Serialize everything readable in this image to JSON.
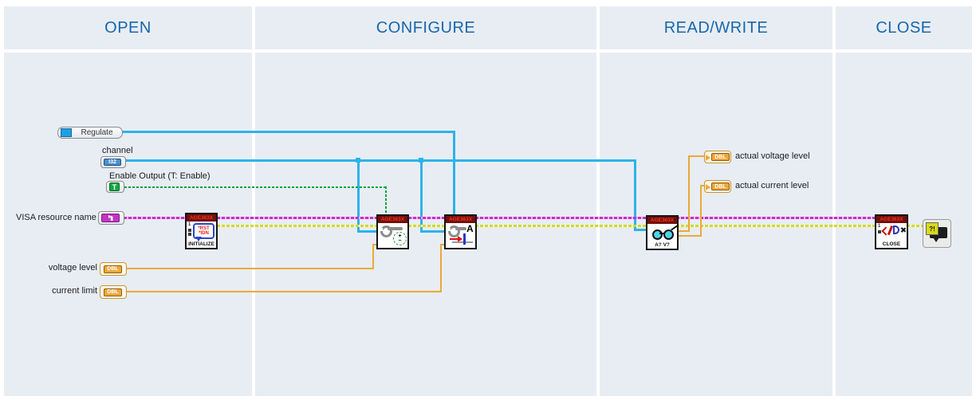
{
  "header": {
    "sections": [
      {
        "label": "OPEN"
      },
      {
        "label": "CONFIGURE"
      },
      {
        "label": "READ/WRITE"
      },
      {
        "label": "CLOSE"
      }
    ]
  },
  "controls": {
    "regulate": {
      "label": "Regulate"
    },
    "channel": {
      "label": "channel",
      "type": "I32"
    },
    "enable_output": {
      "label": "Enable Output (T: Enable)",
      "value": "T"
    },
    "visa_resource": {
      "label": "VISA resource name"
    },
    "voltage_level": {
      "label": "voltage level",
      "type": "DBL"
    },
    "current_limit": {
      "label": "current limit",
      "type": "DBL"
    }
  },
  "indicators": {
    "actual_voltage": {
      "label": "actual voltage level",
      "type": "DBL"
    },
    "actual_current": {
      "label": "actual current level",
      "type": "DBL"
    }
  },
  "nodes": {
    "initialize": {
      "title": "AGE363X",
      "caption": "INITIALIZE",
      "bubble": [
        "*RST",
        "*IDN"
      ],
      "port": "1"
    },
    "config_voltage": {
      "title": "AGE363X",
      "plus": "+",
      "minus": "−"
    },
    "config_current": {
      "title": "AGE363X",
      "letter": "A"
    },
    "read": {
      "title": "AGE363X",
      "caption": "A? V?"
    },
    "close": {
      "title": "AGE363X",
      "caption": "CLOSE",
      "port": "1"
    },
    "error_handler": {
      "badge": "?!"
    }
  },
  "colors": {
    "panel_bg": "#e8edf4",
    "header_text": "#1667ab",
    "wire_cyan": "#2db3e8",
    "wire_green": "#00a23c",
    "wire_magenta": "#c92fc9",
    "wire_yellow": "#d3d82f",
    "wire_orange": "#eba937",
    "node_header": "#70100a"
  }
}
